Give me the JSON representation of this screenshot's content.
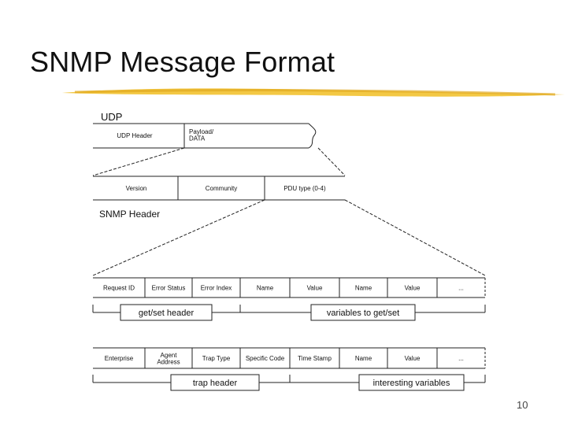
{
  "slide": {
    "title": "SNMP Message Format",
    "page_number": "10",
    "accent_color": "#f2c230"
  },
  "diagram": {
    "udp": {
      "label": "UDP",
      "fields": [
        "UDP Header",
        "Payload/\nDATA"
      ]
    },
    "snmp_header": {
      "label": "SNMP Header",
      "fields": [
        "Version",
        "Community",
        "PDU type (0-4)"
      ]
    },
    "get_set_pdu": {
      "fields": [
        "Request ID",
        "Error Status",
        "Error Index",
        "Name",
        "Value",
        "Name",
        "Value",
        "..."
      ],
      "groups": [
        "get/set header",
        "variables to get/set"
      ]
    },
    "trap_pdu": {
      "fields": [
        "Enterprise",
        "Agent\nAddress",
        "Trap Type",
        "Specific Code",
        "Time Stamp",
        "Name",
        "Value",
        "..."
      ],
      "groups": [
        "trap header",
        "interesting variables"
      ]
    }
  }
}
